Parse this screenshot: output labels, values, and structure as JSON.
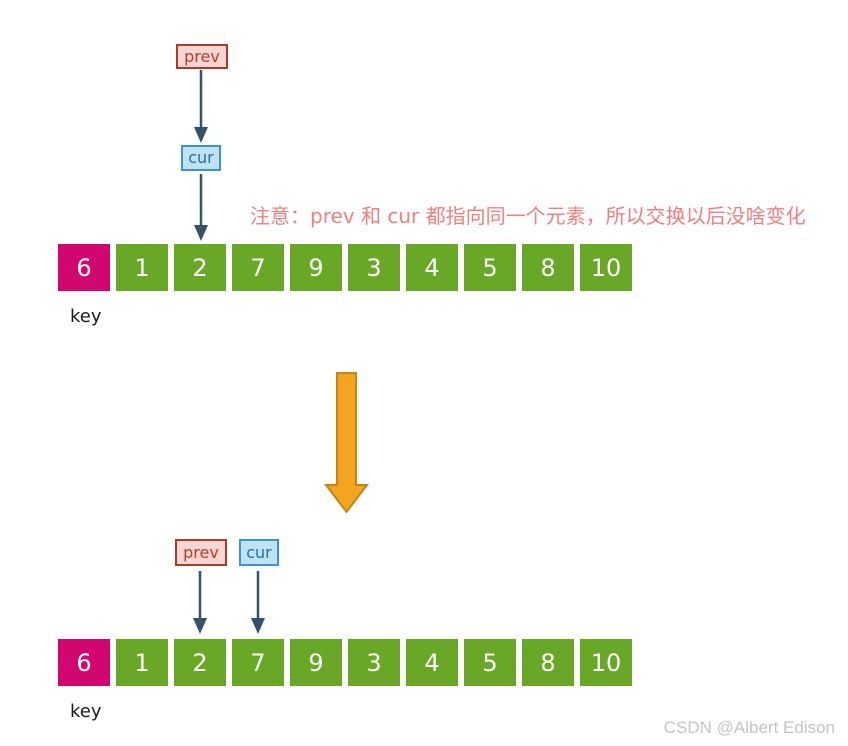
{
  "pointers": {
    "prev_label": "prev",
    "cur_label": "cur"
  },
  "annotation": "注意：prev 和 cur 都指向同一个元素，所以交换以后没啥变化",
  "arrays": {
    "top": {
      "values": [
        "6",
        "1",
        "2",
        "7",
        "9",
        "3",
        "4",
        "5",
        "8",
        "10"
      ],
      "key_label": "key",
      "key_index": 0
    },
    "bottom": {
      "values": [
        "6",
        "1",
        "2",
        "7",
        "9",
        "3",
        "4",
        "5",
        "8",
        "10"
      ],
      "key_label": "key",
      "key_index": 0
    }
  },
  "watermark": "CSDN @Albert Edison",
  "colors": {
    "key_cell": "#d1066f",
    "cell": "#69a826",
    "prev_fill": "#f8d6d3",
    "prev_border": "#a93a2c",
    "prev_text": "#c0392b",
    "cur_fill": "#bfe2f4",
    "cur_border": "#3e95c2",
    "cur_text": "#2471a3",
    "pointer_arrow": "#33536b",
    "big_arrow_fill": "#f3a51f",
    "big_arrow_border": "#c8821a",
    "annotation_text": "#f08080",
    "cell_text": "#ffffff"
  }
}
